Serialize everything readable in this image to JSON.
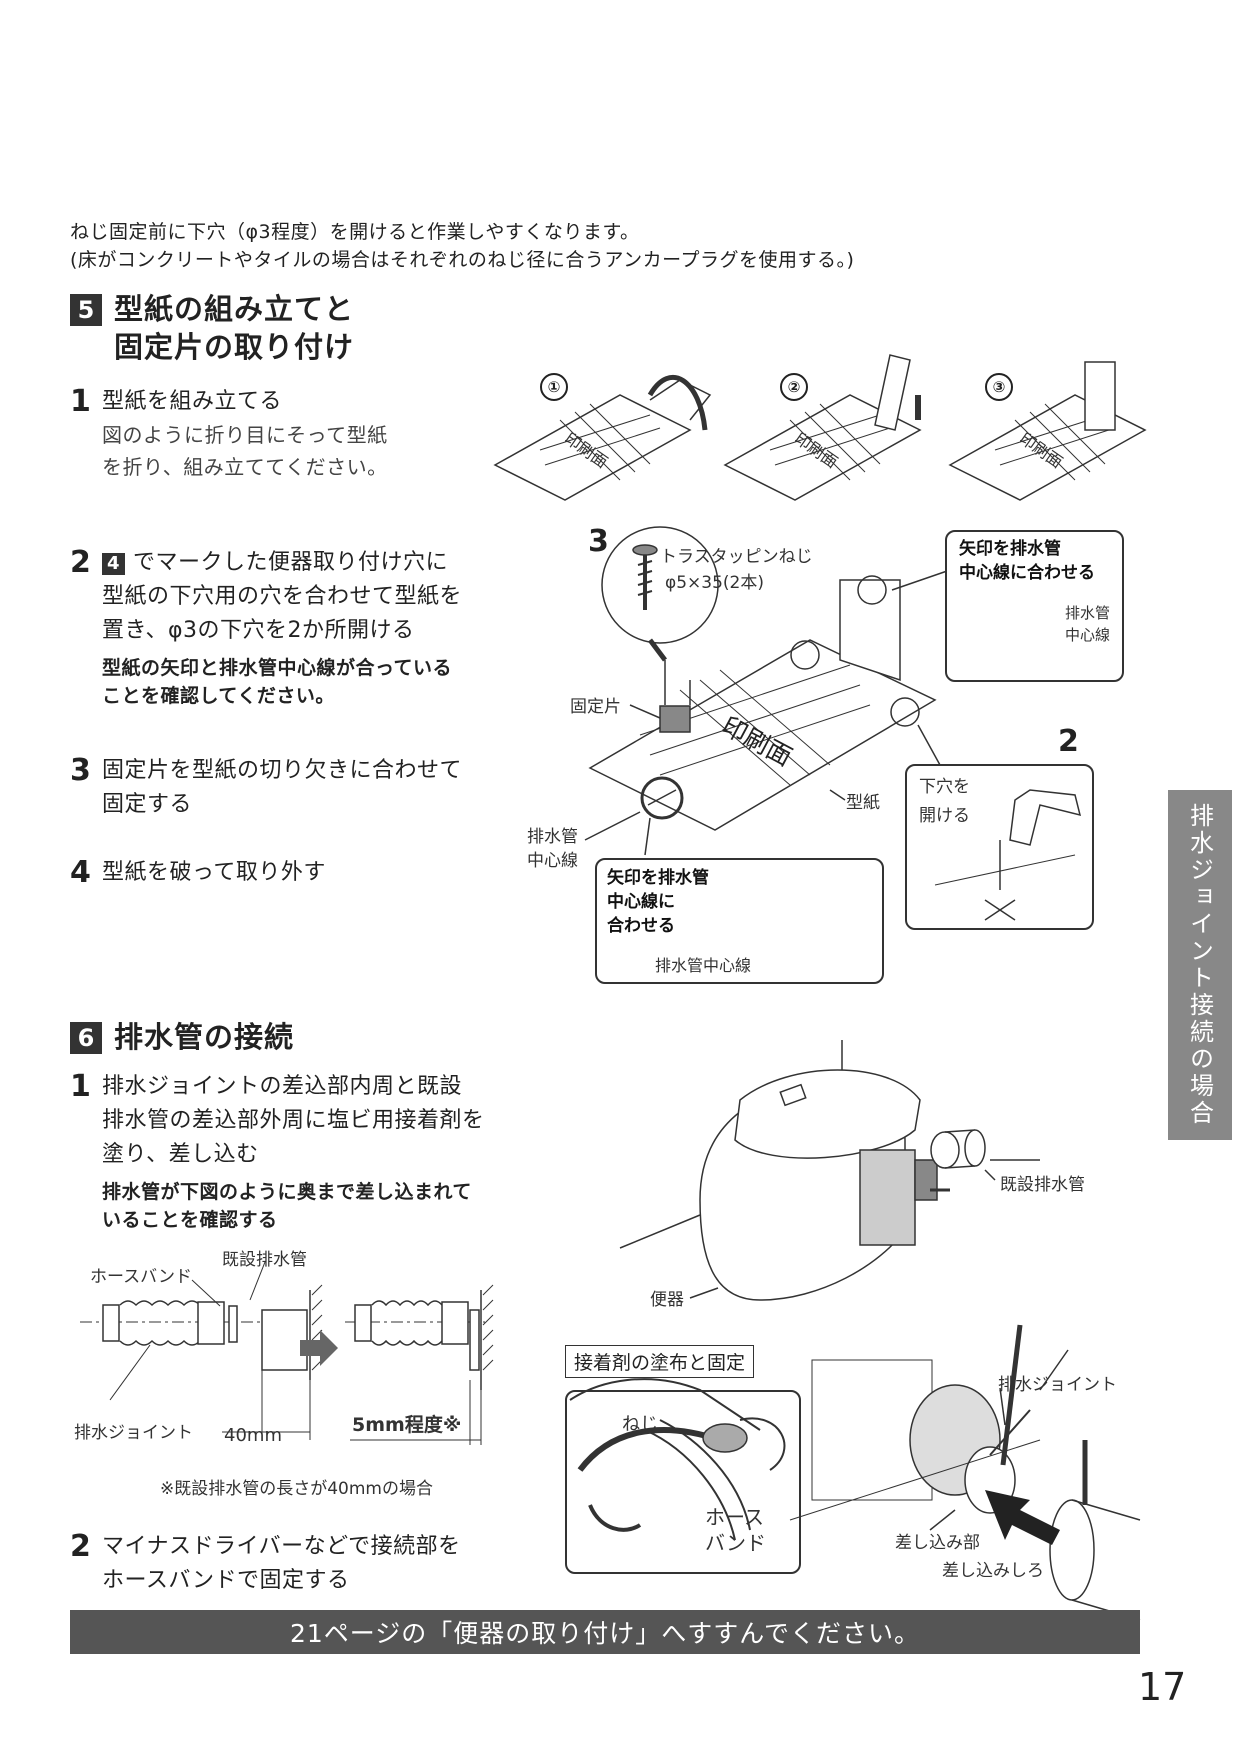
{
  "intro": {
    "line1": "ねじ固定前に下穴（φ3程度）を開けると作業しやすくなります。",
    "line2": "(床がコンクリートやタイルの場合はそれぞれのねじ径に合うアンカープラグを使用する。)"
  },
  "section5": {
    "number": "5",
    "title_line1": "型紙の組み立てと",
    "title_line2": "固定片の取り付け",
    "steps": [
      {
        "num": "1",
        "title": "型紙を組み立てる",
        "body_line1": "図のように折り目にそって型紙",
        "body_line2": "を折り、組み立ててください。"
      },
      {
        "num": "2",
        "ref": "4",
        "line1": "でマークした便器取り付け穴に",
        "line2": "型紙の下穴用の穴を合わせて型紙を",
        "line3": "置き、φ3の下穴を2か所開ける",
        "tip_line1": "型紙の矢印と排水管中心線が合っている",
        "tip_line2": "ことを確認してください。"
      },
      {
        "num": "3",
        "line1": "固定片を型紙の切り欠きに合わせて",
        "line2": "固定する"
      },
      {
        "num": "4",
        "line1": "型紙を破って取り外す"
      }
    ],
    "figure": {
      "stage_labels": [
        "①",
        "②",
        "③"
      ],
      "print_face": "印刷面",
      "screw_step": "3",
      "screw_name": "トラスタッピンねじ",
      "screw_size": "φ5×35(2本)",
      "callout_top_line1": "矢印を排水管",
      "callout_top_line2": "中心線に合わせる",
      "callout_top_sub1": "排水管",
      "callout_top_sub2": "中心線",
      "fixing_piece": "固定片",
      "template": "型紙",
      "drain_center_line1": "排水管",
      "drain_center_line2": "中心線",
      "callout_bottom_line1": "矢印を排水管",
      "callout_bottom_line2": "中心線に",
      "callout_bottom_line3": "合わせる",
      "callout_bottom_sub": "排水管中心線",
      "drill_step": "2",
      "drill_line1": "下穴を",
      "drill_line2": "開ける"
    }
  },
  "section6": {
    "number": "6",
    "title": "排水管の接続",
    "steps": [
      {
        "num": "1",
        "line1": "排水ジョイントの差込部内周と既設",
        "line2": "排水管の差込部外周に塩ビ用接着剤を",
        "line3": "塗り、差し込む",
        "tip_line1": "排水管が下図のように奥まで差し込まれて",
        "tip_line2": "いることを確認する"
      },
      {
        "num": "2",
        "line1": "マイナスドライバーなどで接続部を",
        "line2": "ホースバンドで固定する"
      }
    ],
    "pipe_figure": {
      "hose_band": "ホースバンド",
      "existing_pipe": "既設排水管",
      "drain_joint": "排水ジョイント",
      "dim_40": "40mm",
      "dim_5": "5mm程度※",
      "footnote": "※既設排水管の長さが40mmの場合"
    },
    "toilet_figure": {
      "existing_pipe": "既設排水管",
      "toilet": "便器",
      "box_title": "接着剤の塗布と固定",
      "screw": "ねじ",
      "hose_line1": "ホース",
      "hose_line2": "バンド",
      "drain_joint": "排水ジョイント",
      "insert_part": "差し込み部",
      "insert_margin": "差し込みしろ"
    }
  },
  "side_tab": "排水ジョイント接続の場合",
  "footer_banner": "21ページの「便器の取り付け」へすすんでください。",
  "page_number": "17"
}
